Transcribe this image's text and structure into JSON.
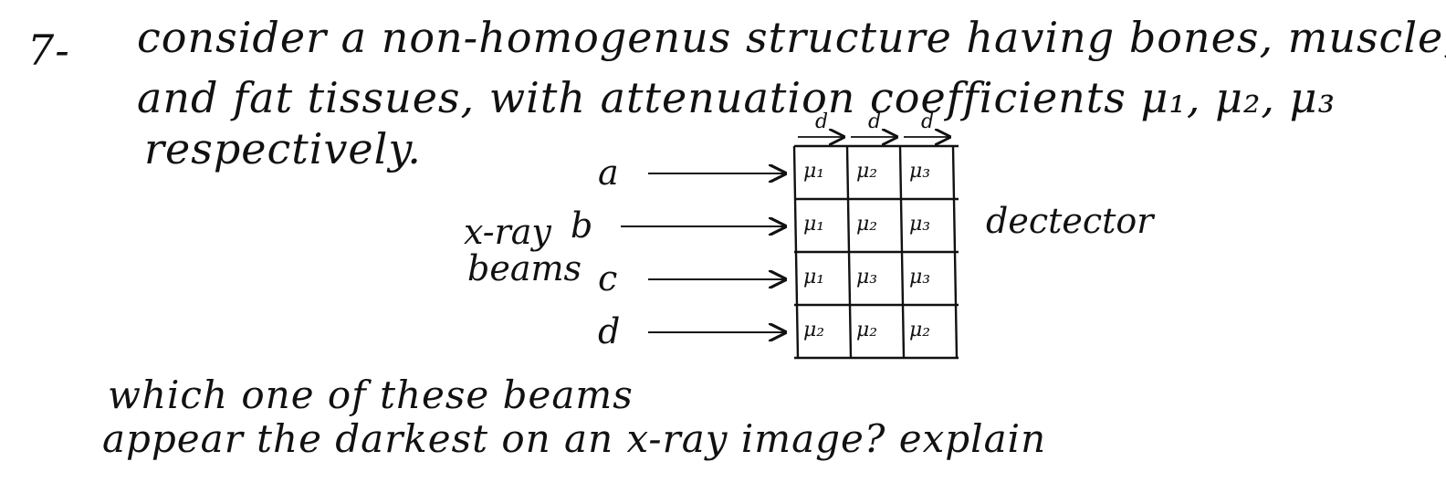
{
  "question": {
    "number": "7-",
    "line1": "consider a non-homogenus structure having bones, muscle,",
    "line2": "and fat tissues, with attenuation coefficients μ₁, μ₂, μ₃",
    "line3": "respectively."
  },
  "diagram": {
    "spacing_label": "d",
    "source_label": "x-ray beams",
    "source_label_line1": "x-ray",
    "source_label_line2": "beams",
    "detector_label": "dectector",
    "beams": [
      {
        "label": "a",
        "cells": [
          "μ₁",
          "μ₂",
          "μ₃"
        ]
      },
      {
        "label": "b",
        "cells": [
          "μ₁",
          "μ₂",
          "μ₃"
        ]
      },
      {
        "label": "c",
        "cells": [
          "μ₁",
          "μ₃",
          "μ₃"
        ]
      },
      {
        "label": "d",
        "cells": [
          "μ₂",
          "μ₂",
          "μ₂"
        ]
      }
    ]
  },
  "prompt": {
    "line1": "which one of these beams",
    "line2": "appear the darkest on an x-ray image? explain"
  }
}
